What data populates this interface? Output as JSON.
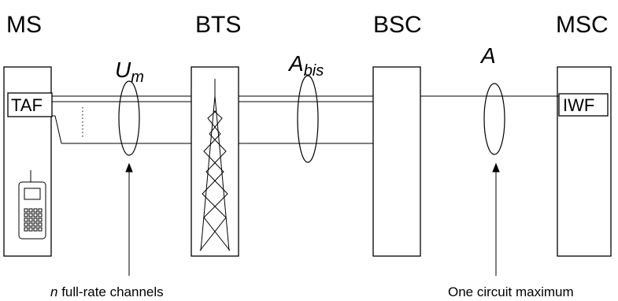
{
  "entities": {
    "ms": "MS",
    "bts": "BTS",
    "bsc": "BSC",
    "msc": "MSC"
  },
  "interfaces": {
    "um_main": "U",
    "um_sub": "m",
    "abis_main": "A",
    "abis_sub": "bis",
    "a": "A"
  },
  "functions": {
    "taf": "TAF",
    "iwf": "IWF"
  },
  "notes": {
    "n_var": "n",
    "channels": " full-rate  channels",
    "circuit": "One circuit maximum"
  }
}
